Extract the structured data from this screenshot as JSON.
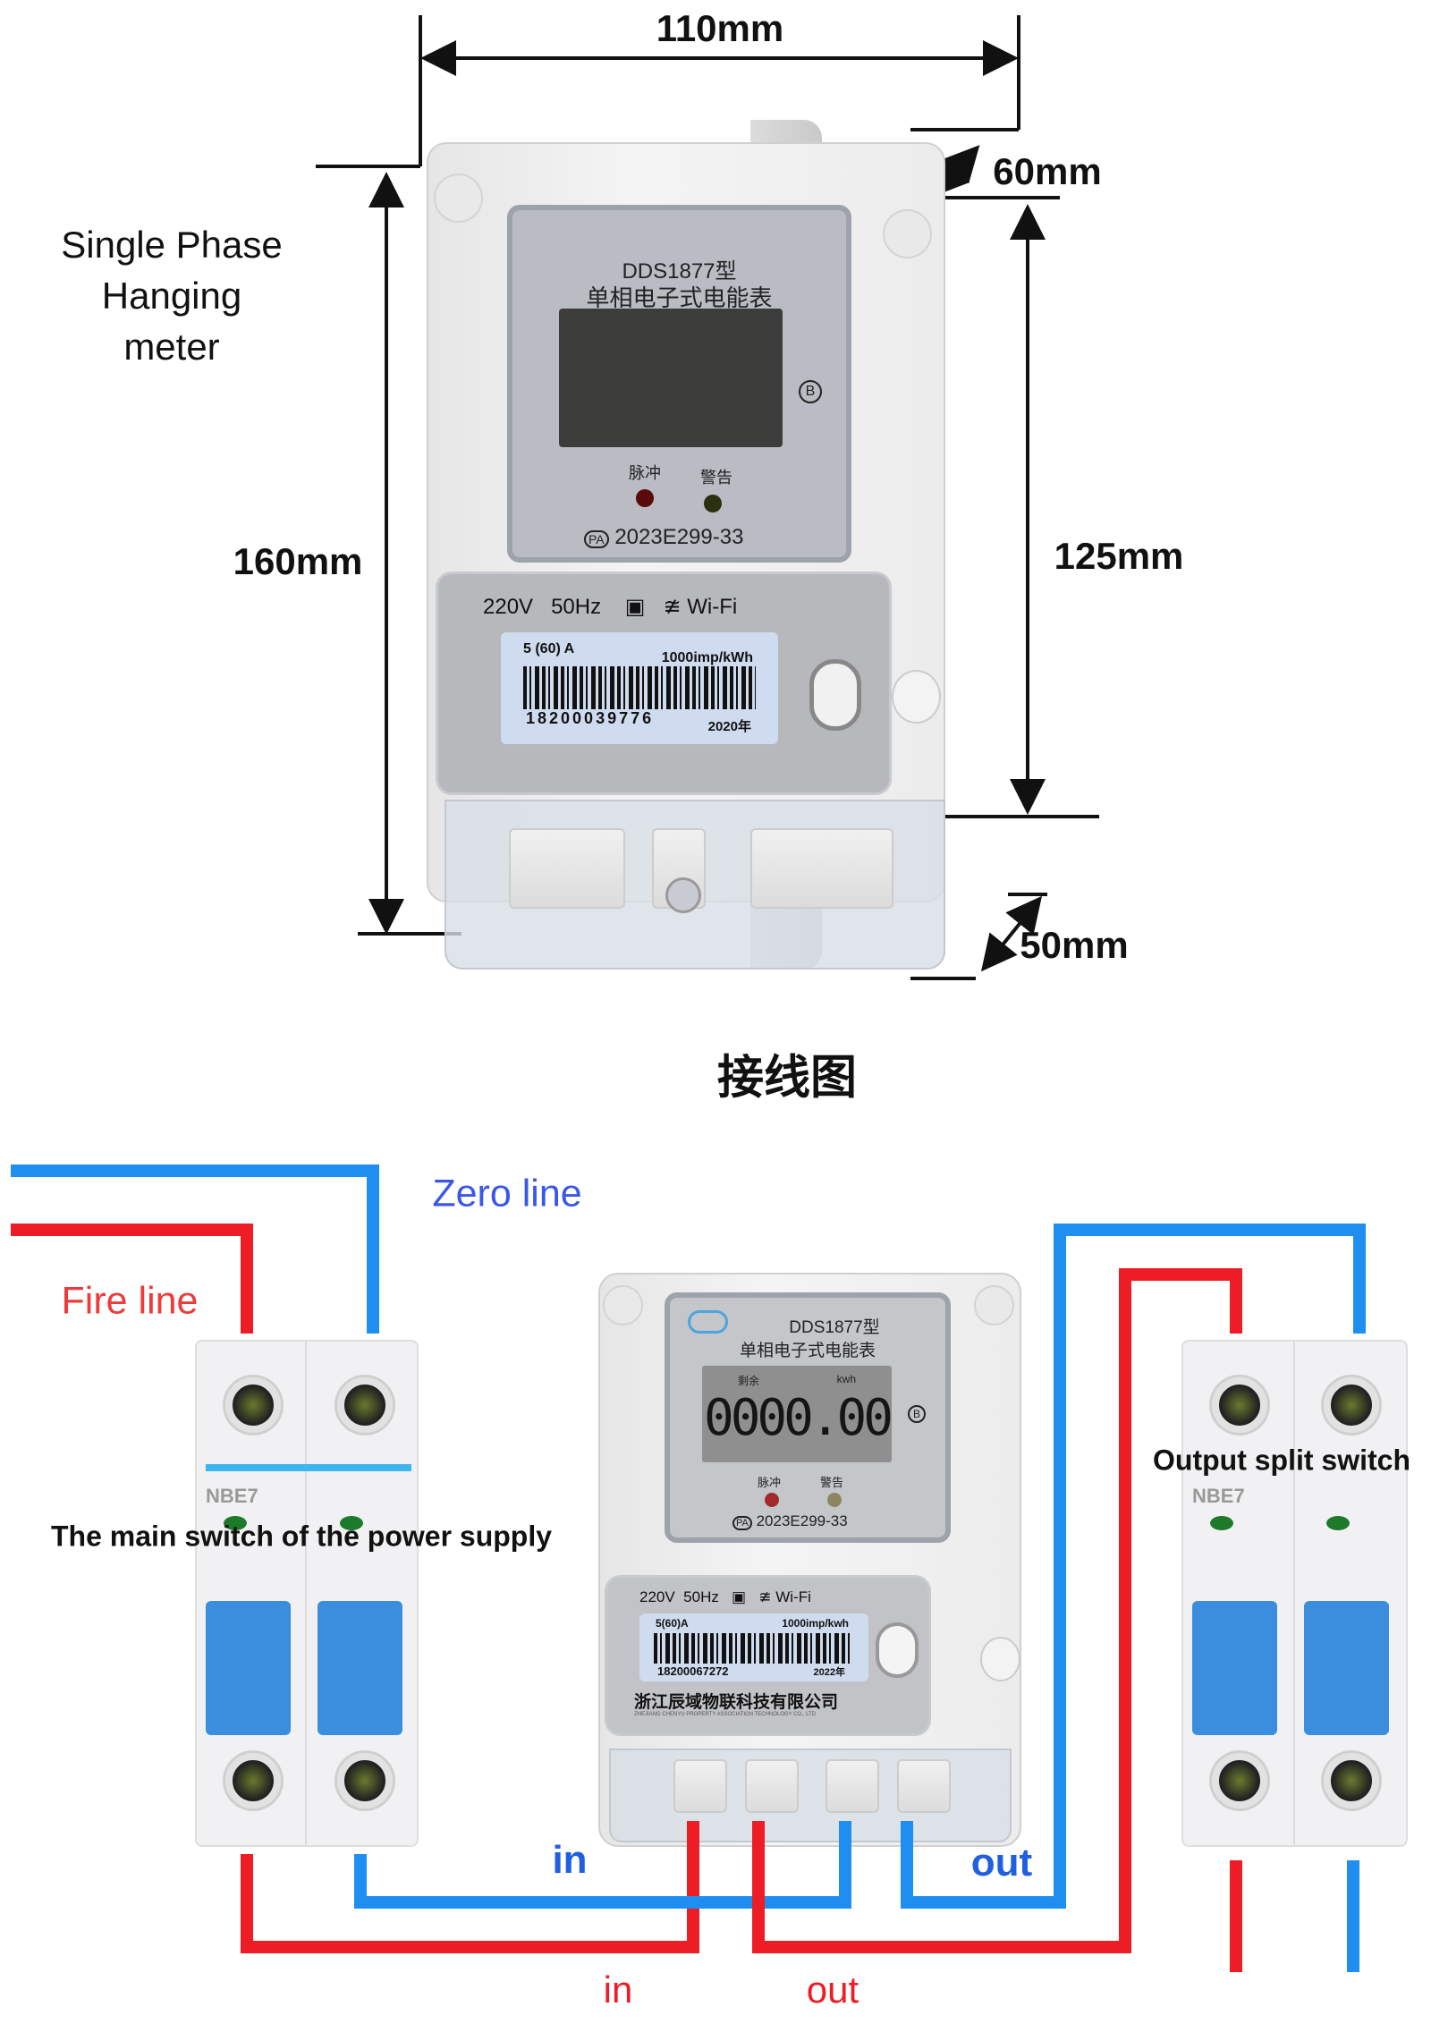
{
  "dimensions": {
    "width": "110mm",
    "depth_top": "60mm",
    "height": "160mm",
    "inner_height": "125mm",
    "depth_bottom": "50mm"
  },
  "product_title": [
    "Single Phase",
    "Hanging",
    "meter"
  ],
  "meter_top": {
    "model": "DDS1877型",
    "name": "单相电子式电能表",
    "class_mark": "B",
    "led_pulse": "脉冲",
    "led_alarm": "警告",
    "cert_mark": "PA",
    "cert_no": "2023E299-33",
    "voltage": "220V",
    "frequency": "50Hz",
    "wifi": "Wi-Fi",
    "current": "5 (60) A",
    "constant": "1000imp/kWh",
    "serial": "18200039776",
    "year": "2020年"
  },
  "diagram_title": "接线图",
  "wiring": {
    "zero_line": "Zero line",
    "fire_line": "Fire line",
    "main_switch": "The main switch of the power supply",
    "output_switch": "Output split switch",
    "in_blue": "in",
    "out_blue": "out",
    "in_red": "in",
    "out_red": "out",
    "breaker_model": "NBE7",
    "colors": {
      "neutral": "#1e8ff0",
      "live": "#ee1c25",
      "label_blue": "#3a57e8"
    }
  },
  "meter_bottom": {
    "model": "DDS1877型",
    "name": "单相电子式电能表",
    "lcd_left": "剩余",
    "lcd_right": "kwh",
    "reading": "0000.00",
    "class_mark": "B",
    "led_pulse": "脉冲",
    "led_alarm": "警告",
    "cert_mark": "PA",
    "cert_no": "2023E299-33",
    "voltage": "220V",
    "frequency": "50Hz",
    "wifi": "Wi-Fi",
    "current": "5(60)A",
    "constant": "1000imp/kwh",
    "serial": "18200067272",
    "year": "2022年",
    "company": "浙江辰域物联科技有限公司",
    "company_en": "ZHEJIANG CHENYU PROPERTY ASSOCIATION TECHNOLOGY CO., LTD"
  }
}
